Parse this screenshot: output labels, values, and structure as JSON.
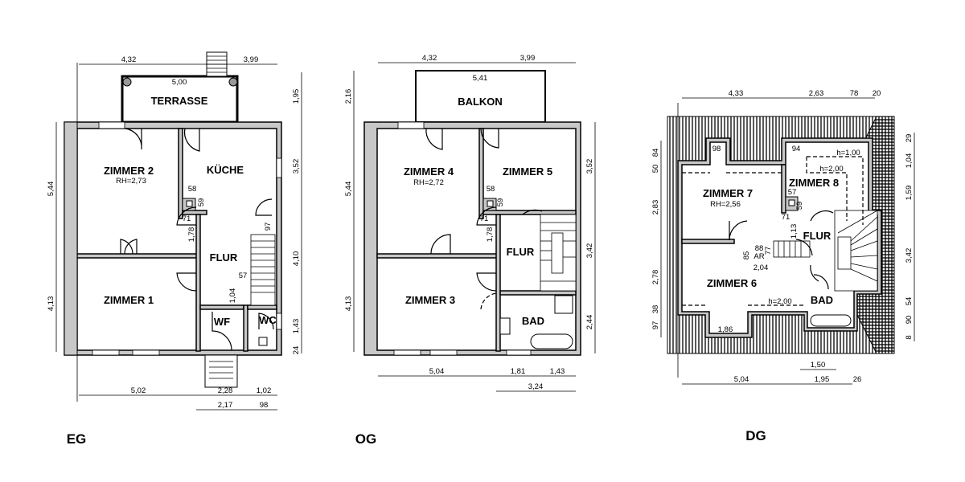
{
  "plans": {
    "eg": {
      "title": "EG",
      "rooms": {
        "zimmer2": "ZIMMER 2",
        "zimmer2_rh": "RH=2,73",
        "kueche": "KÜCHE",
        "zimmer1": "ZIMMER 1",
        "flur": "FLUR",
        "wf": "WF",
        "wc": "WC",
        "terrasse": "TERRASSE"
      },
      "dims": {
        "top1": "4,32",
        "top2": "3,99",
        "terr": "5,00",
        "left1": "5,44",
        "left2": "4,13",
        "right0": "1,95",
        "right1": "3,52",
        "right2": "4,10",
        "right3": "1,43",
        "right4": "24",
        "bot1": "5,02",
        "bot2": "2,28",
        "bot3": "1,02",
        "bot4": "2,17",
        "bot5": "98",
        "chim1": "58",
        "chim2": "59",
        "d71": "71",
        "d178": "1,78",
        "d97": "97",
        "d57": "57",
        "d104": "1,04"
      }
    },
    "og": {
      "title": "OG",
      "rooms": {
        "zimmer4": "ZIMMER 4",
        "zimmer4_rh": "RH=2,72",
        "zimmer5": "ZIMMER 5",
        "zimmer3": "ZIMMER 3",
        "flur": "FLUR",
        "bad": "BAD",
        "balkon": "BALKON"
      },
      "dims": {
        "top1": "4,32",
        "top2": "3,99",
        "balk": "5,41",
        "left0": "2,16",
        "left1": "5,44",
        "left2": "4,13",
        "right1": "3,52",
        "right2": "3,42",
        "right3": "2,44",
        "bot1": "5,04",
        "bot2": "1,81",
        "bot3": "1,43",
        "bot4": "3,24",
        "chim1": "58",
        "chim2": "59",
        "d71": "71",
        "d178": "1,78"
      }
    },
    "dg": {
      "title": "DG",
      "rooms": {
        "zimmer7": "ZIMMER 7",
        "zimmer7_rh": "RH=2,56",
        "zimmer8": "ZIMMER 8",
        "zimmer6": "ZIMMER 6",
        "flur": "FLUR",
        "bad": "BAD",
        "ar": "AR"
      },
      "dims": {
        "top1": "4,33",
        "top2": "2,63",
        "top3": "78",
        "top4": "20",
        "l84": "84",
        "l50": "50",
        "l283": "2,83",
        "l278": "2,78",
        "l38": "38",
        "l97": "97",
        "r29": "29",
        "r104": "1,04",
        "r159": "1,59",
        "r342": "3,42",
        "r54": "54",
        "r90": "90",
        "r8": "8",
        "d98": "98",
        "d94": "94",
        "h100": "h=1,00",
        "h200a": "h=2,00",
        "h200b": "h=2,00",
        "d57": "57",
        "d59": "59",
        "d71": "71",
        "d113": "1,13",
        "d88": "88",
        "d77": "77",
        "d85": "85",
        "d204": "2,04",
        "d186": "1,86",
        "bot1": "5,04",
        "bot2": "1,95",
        "bot3": "26",
        "bot4": "1,50"
      }
    }
  }
}
